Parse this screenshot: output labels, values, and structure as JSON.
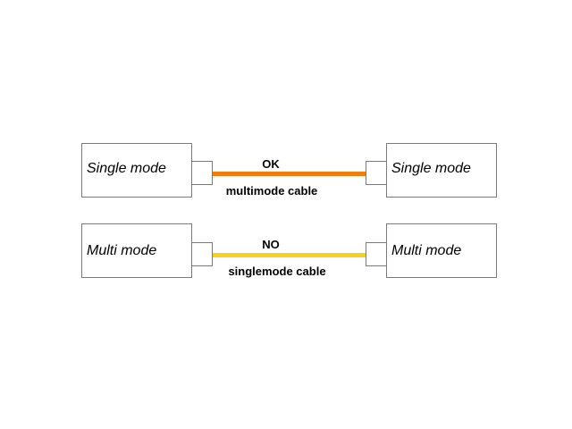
{
  "rows": [
    {
      "left_device": "Single mode",
      "right_device": "Single mode",
      "status": "OK",
      "cable": "multimode cable",
      "cable_color": "#f07c0e"
    },
    {
      "left_device": "Multi mode",
      "right_device": "Multi mode",
      "status": "NO",
      "cable": "singlemode cable",
      "cable_color": "#f5d21a"
    }
  ]
}
